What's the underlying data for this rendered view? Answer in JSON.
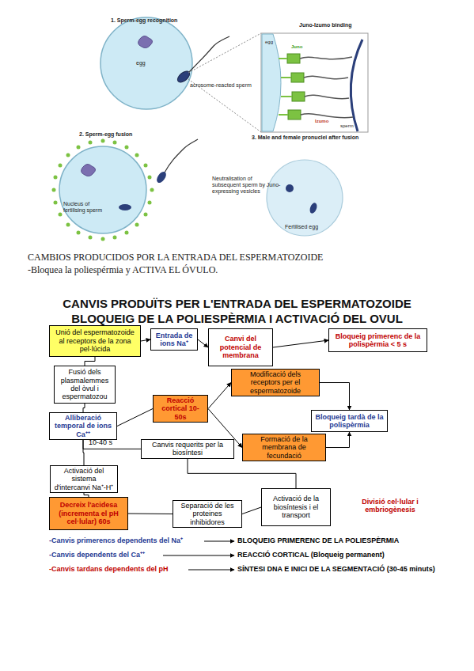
{
  "diagram": {
    "title": "CANVIS PRODUÏTS PER L'ENTRADA DEL ESPERMATOZOIDE",
    "nodes": [
      {
        "text": [
          "Unió del espermatozoide al receptors de la zona pel·lúcida"
        ]
      },
      {
        "text": [
          "Entrada de ions Na⁺"
        ]
      },
      {
        "text": [
          "Canvi del potencial de membrana"
        ]
      },
      {
        "text": [
          "Bloqueig primerenc de la polispèrmia < 5 s"
        ]
      },
      {
        "text": [
          "Fusió dels plasmalemmes del òvul i espermatozou"
        ]
      },
      {
        "text": [
          "Modificació dels receptors per el espermatozoide"
        ]
      },
      {
        "text": [
          "Reacció cortical 10-50s"
        ]
      },
      {
        "text": [
          "Bloqueig tardà de la polispèrmia"
        ]
      },
      {
        "text": [
          "Alliberació temporal de ions Ca⁺⁺"
        ]
      },
      {
        "text": [
          "Formació de la membrana de fecundació"
        ]
      },
      {
        "text": [
          "Canvis requerits per la biosíntesi"
        ]
      },
      {
        "text": [
          "Activació del sistema d'intercanvi Na⁺-H⁺"
        ]
      },
      {
        "text": [
          "Decreix l'acidesa (incrementa el pH cel·lular) 60s"
        ]
      },
      {
        "text": [
          "Separació de les proteines inhibidores"
        ]
      },
      {
        "text": [
          "Activació de la biosíntesis i el transport"
        ]
      }
    ],
    "edges": [
      {
        "from": 0,
        "to": 1,
        "arrow": "to"
      },
      {
        "from": 1,
        "to": 2,
        "arrow": "to"
      },
      {
        "from": 2,
        "to": 3,
        "arrow": "to"
      },
      {
        "from": 0,
        "to": 4,
        "arrow": "none"
      },
      {
        "from": 4,
        "to": 8,
        "arrow": "none"
      },
      {
        "from": 8,
        "to": 6,
        "arrow": "none"
      },
      {
        "from": 6,
        "to": 5,
        "arrow": "to"
      },
      {
        "from": 6,
        "to": 9,
        "arrow": "to"
      },
      {
        "from": 5,
        "to": 7,
        "arrow": "to"
      },
      {
        "from": 9,
        "to": 7,
        "arrow": "to"
      },
      {
        "from": 8,
        "to": 10,
        "arrow": "none"
      },
      {
        "from": 8,
        "to": 11,
        "arrow": "none"
      },
      {
        "from": 11,
        "to": 12,
        "arrow": "none"
      },
      {
        "from": 12,
        "to": 13,
        "arrow": "none"
      },
      {
        "from": 13,
        "to": 14,
        "arrow": "none"
      },
      {
        "from": 10,
        "to": 14,
        "arrow": "none"
      }
    ],
    "labels": [
      "1. Sperm-egg recognition",
      "Juno-Izumo binding",
      "egg",
      "acrosome-reacted sperm",
      "egg",
      "Juno",
      "Izumo",
      "sperm",
      "2. Sperm-egg fusion",
      "Neutralisation of subsequent sperm by Juno-expressing vesicles",
      "Nucleus of fertilising sperm",
      "3. Male and female pronuclei after fusion",
      "Fertilised egg",
      "CAMBIOS PRODUCIDOS POR LA ENTRADA DEL ESPERMATOZOIDE",
      "-Bloquea la poliespérmia y ACTIVA EL ÓVULO.",
      "BLOQUEIG DE LA POLIESPÈRMIA I ACTIVACIÓ DEL OVUL",
      "10-40 s",
      "Divisió cel·lular i embriogènesis",
      "-Canvis primerencs dependents del Na⁺",
      "BLOQUEIG PRIMERENC DE LA POLIESPÈRMIA",
      "-Canvis dependents del Ca⁺⁺",
      "REACCIÓ CORTICAL (Bloqueig permanent)",
      "-Canvis tardans dependents del pH",
      "SÍNTESI DNA E INICI DE LA SEGMENTACIÓ (30-45 minuts)"
    ]
  }
}
